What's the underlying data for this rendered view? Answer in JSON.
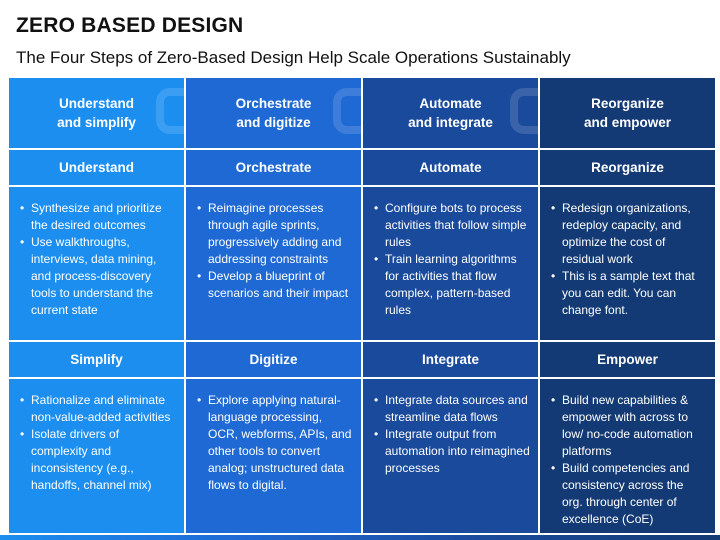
{
  "title": "ZERO BASED DESIGN",
  "subtitle": "The Four Steps of Zero-Based Design Help Scale Operations Sustainably",
  "columns": [
    {
      "top_line1": "Understand",
      "top_line2": "and simplify",
      "head1": "Understand",
      "items1": [
        "Synthesize and prioritize the desired outcomes",
        "Use walkthroughs, interviews, data mining, and process-discovery tools to understand the current state"
      ],
      "head2": "Simplify",
      "items2": [
        "Rationalize and eliminate non-value-added activities",
        "Isolate drivers of complexity and inconsistency (e.g., handoffs, channel mix)"
      ]
    },
    {
      "top_line1": "Orchestrate",
      "top_line2": "and digitize",
      "head1": "Orchestrate",
      "items1": [
        "Reimagine processes through agile sprints, progressively adding and addressing constraints",
        "Develop a blueprint of scenarios and their impact"
      ],
      "head2": "Digitize",
      "items2": [
        "Explore applying natural-language processing, OCR, webforms, APIs, and other tools to convert analog; unstructured data flows to digital."
      ]
    },
    {
      "top_line1": "Automate",
      "top_line2": "and integrate",
      "head1": "Automate",
      "items1": [
        "Configure bots to process activities that follow simple rules",
        "Train learning algorithms for activities that flow complex, pattern-based rules"
      ],
      "head2": "Integrate",
      "items2": [
        "Integrate data sources and streamline data flows",
        "Integrate output from automation into reimagined processes"
      ]
    },
    {
      "top_line1": "Reorganize",
      "top_line2": "and empower",
      "head1": "Reorganize",
      "items1": [
        "Redesign organizations, redeploy capacity, and optimize the cost of residual work",
        "This is a sample text that you can edit. You can change font."
      ],
      "head2": "Empower",
      "items2": [
        "Build new capabilities & empower with across to low/ no-code automation platforms",
        "Build competencies and consistency across the org. through center of excellence (CoE)"
      ]
    }
  ],
  "colors": {
    "col1": "#1b8ef0",
    "col2": "#1f69d4",
    "col3": "#1a4a9c",
    "col4": "#133a74"
  }
}
